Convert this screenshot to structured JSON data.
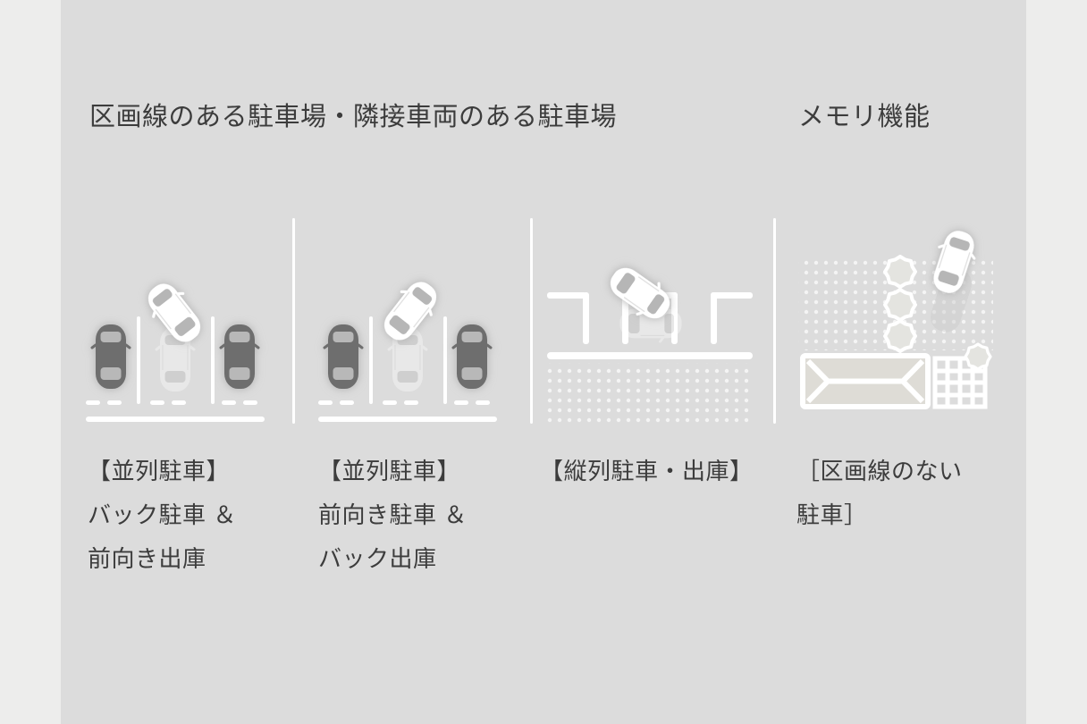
{
  "page": {
    "background_color": "#ededec",
    "panel_color": "#dcdcdc",
    "text_color": "#3c3c3c"
  },
  "headings": {
    "main": "区画線のある駐車場・隣接車両のある駐車場",
    "memory": "メモリ機能"
  },
  "palette": {
    "white_car": "#ffffff",
    "white_car_glass": "#b6b6b6",
    "neighbor_car_body": "#6e6e6e",
    "neighbor_car_glass": "#b8b8b8",
    "ghost_car": "#e6e6e6",
    "line_white": "#ffffff",
    "dot_pattern": "#f2f2f2",
    "divider": "#ffffff",
    "shadow": "#c2c2c2"
  },
  "scenes": [
    {
      "id": "scene-back-in-parking",
      "caption": "【並列駐車】\nバック駐車 ＆\n前向き出庫",
      "kind": "perpendicular-parking",
      "white_car_angle_deg": -38,
      "neighbor_cars": 2,
      "ghost_car": true,
      "markings": [
        "dashed-stall-lines",
        "solid-bottom-line",
        "two-vertical-stall-lines"
      ]
    },
    {
      "id": "scene-front-in-parking",
      "caption": "【並列駐車】\n前向き駐車 ＆\nバック出庫",
      "kind": "perpendicular-parking",
      "white_car_angle_deg": 38,
      "neighbor_cars": 2,
      "ghost_car": true,
      "markings": [
        "dashed-stall-lines",
        "solid-bottom-line",
        "two-vertical-stall-lines"
      ]
    },
    {
      "id": "scene-parallel-parking",
      "caption": "【縦列駐車・出庫】",
      "kind": "parallel-parking",
      "white_car_angle_deg": 35,
      "neighbor_cars": 0,
      "ghost_car": true,
      "markings": [
        "t-shaped-bay-marks",
        "solid-curb-line",
        "dotted-road-area"
      ]
    },
    {
      "id": "scene-memory-no-lines",
      "caption": "［区画線のない\n駐車］",
      "kind": "memory-function",
      "white_car_angle_deg": 20,
      "neighbor_cars": 0,
      "ghost_car": true,
      "markings": [
        "dotted-ground-area",
        "waypoint-rosettes",
        "carport-outline",
        "tile-grid"
      ],
      "waypoint_count": 3
    }
  ]
}
